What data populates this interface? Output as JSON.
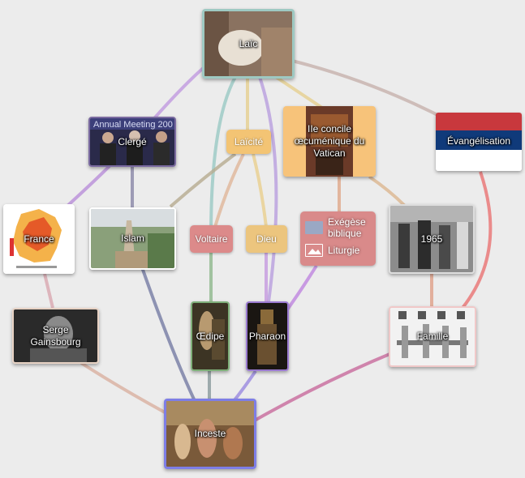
{
  "nodes": {
    "laic": "Laïc",
    "clerge": "Clergé",
    "clerge_caption": "Annual Meeting 200",
    "laicite": "Laïcité",
    "vatican": "IIe concile œcuménique du Vatican",
    "evangelisation": "Évangélisation",
    "france": "France",
    "islam": "Islam",
    "voltaire": "Voltaire",
    "dieu": "Dieu",
    "exegese": "Exégèse biblique",
    "liturgie": "Liturgie",
    "y1965": "1965",
    "gainsbourg": "Serge Gainsbourg",
    "oedipe": "Œdipe",
    "pharaon": "Pharaon",
    "famille": "Famille",
    "inceste": "Inceste"
  }
}
